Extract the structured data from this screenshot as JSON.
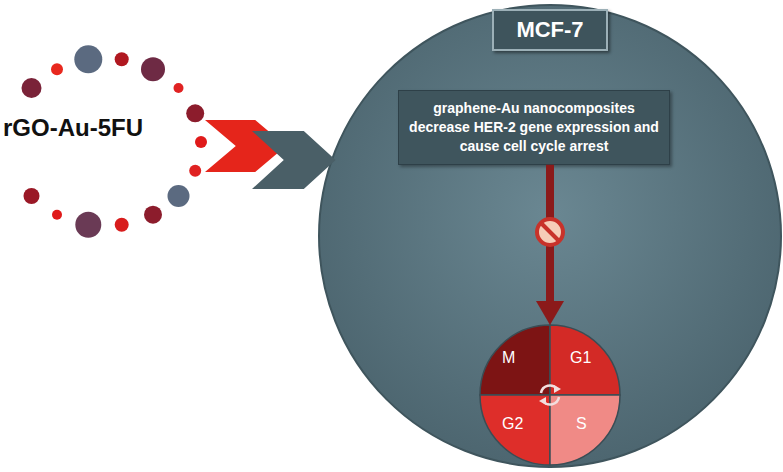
{
  "diagram": {
    "nodes": [
      {
        "text": [
          "rGO-Au-5FU"
        ]
      },
      {
        "text": [
          "MCF-7"
        ]
      },
      {
        "text": [
          "graphene-Au nanocomposites decrease HER-2 gene expression and cause cell cycle arrest"
        ],
        "in": 1
      },
      {
        "text": [
          "M"
        ],
        "in": 1
      },
      {
        "text": [
          "G1"
        ],
        "in": 1
      },
      {
        "text": [
          "G2"
        ],
        "in": 1
      },
      {
        "text": [
          "S"
        ],
        "in": 1
      }
    ],
    "edges": [
      {
        "from": 0,
        "to": 1,
        "arrow": "to"
      },
      {
        "from": 2,
        "to": 3,
        "arrow": "to"
      }
    ]
  }
}
